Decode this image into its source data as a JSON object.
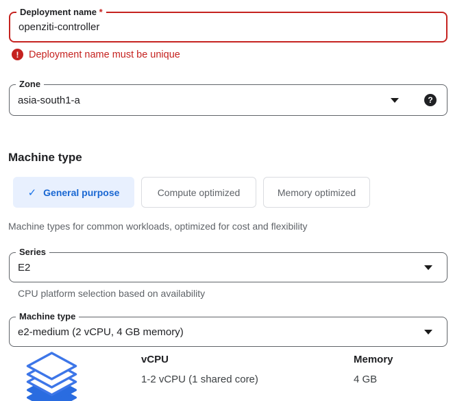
{
  "form": {
    "deployment_name": {
      "label": "Deployment name",
      "required_marker": "*",
      "value": "openziti-controller",
      "error_message": "Deployment name must be unique"
    },
    "zone": {
      "label": "Zone",
      "value": "asia-south1-a"
    },
    "machine": {
      "heading": "Machine type",
      "tabs": [
        {
          "label": "General purpose",
          "selected": true
        },
        {
          "label": "Compute optimized",
          "selected": false
        },
        {
          "label": "Memory optimized",
          "selected": false
        }
      ],
      "description": "Machine types for common workloads, optimized for cost and flexibility",
      "series": {
        "label": "Series",
        "value": "E2",
        "helper": "CPU platform selection based on availability"
      },
      "machine_type": {
        "label": "Machine type",
        "value": "e2-medium (2 vCPU, 4 GB memory)"
      },
      "specs": {
        "vcpu_header": "vCPU",
        "vcpu_value": "1-2 vCPU (1 shared core)",
        "memory_header": "Memory",
        "memory_value": "4 GB"
      }
    }
  },
  "icons": {
    "check_glyph": "✓",
    "help_glyph": "?",
    "error_glyph": "!",
    "layers_icon": "stacked-layers"
  },
  "colors": {
    "error_red": "#c5221f",
    "selected_tab_bg": "#e8f0fe",
    "selected_tab_text": "#1967d2",
    "accent_blue": "#1a73e8",
    "field_border_gray": "#5f6368",
    "muted_text": "#5f6368",
    "layers_outline_blue": "#3d76e8",
    "layers_solid_blue": "#2a6ce0"
  }
}
